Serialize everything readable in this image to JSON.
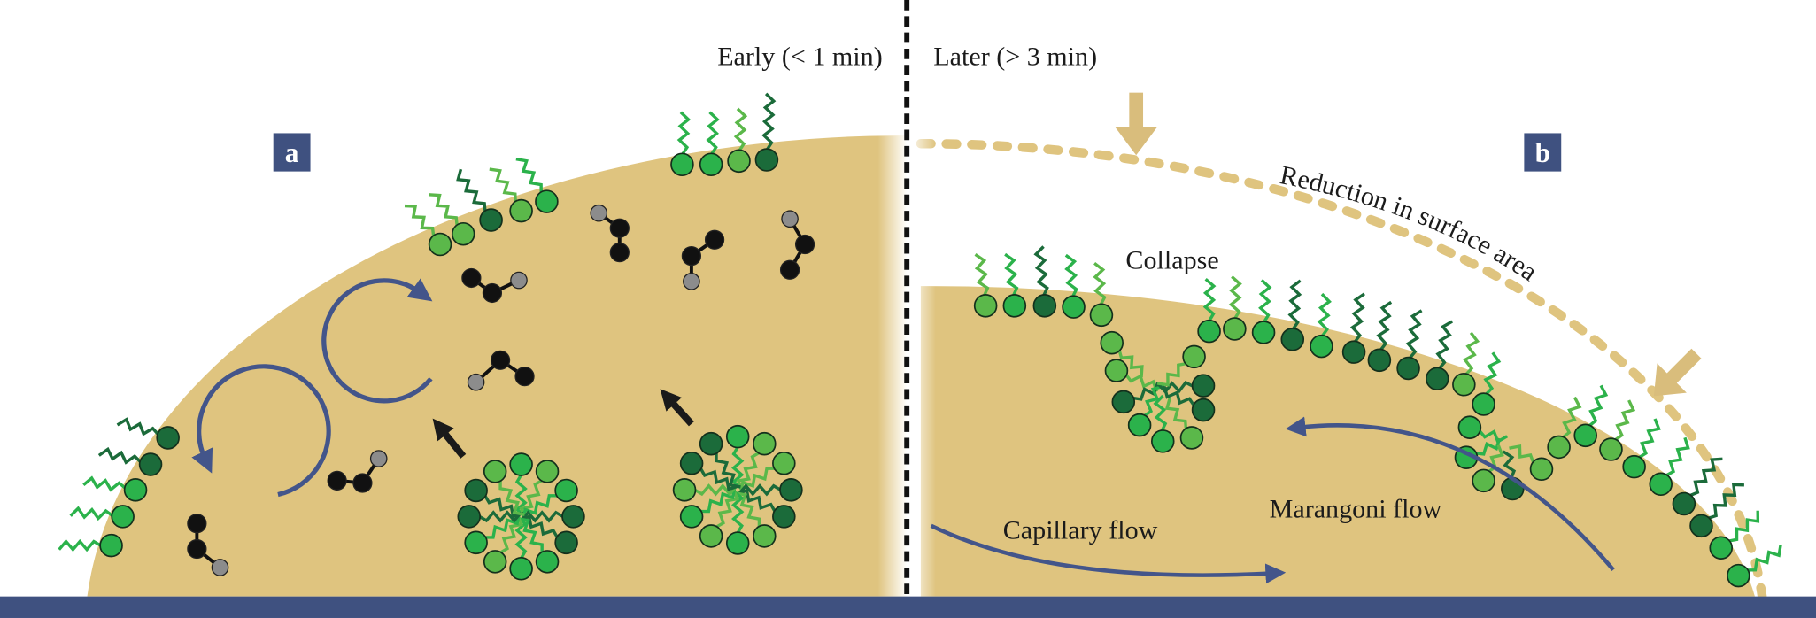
{
  "panels": {
    "a": {
      "letter": "a",
      "time_label": "Early (< 1 min)"
    },
    "b": {
      "letter": "b",
      "time_label": "Later (> 3 min)"
    }
  },
  "annotations": {
    "collapse": "Collapse",
    "reduction": "Reduction in surface area",
    "capillary_flow": "Capillary flow",
    "marangoni_flow": "Marangoni flow"
  },
  "colors": {
    "droplet": "#dfc47f",
    "substrate": "#3f5180",
    "flow_arrow": "#43558a",
    "tan_arrow": "#d9bd7c",
    "head_light": "#2bb24b",
    "head_pale": "#5bb84a",
    "head_dark": "#1b6b3a",
    "atom_black": "#111111",
    "atom_grey": "#8c8c8c"
  }
}
